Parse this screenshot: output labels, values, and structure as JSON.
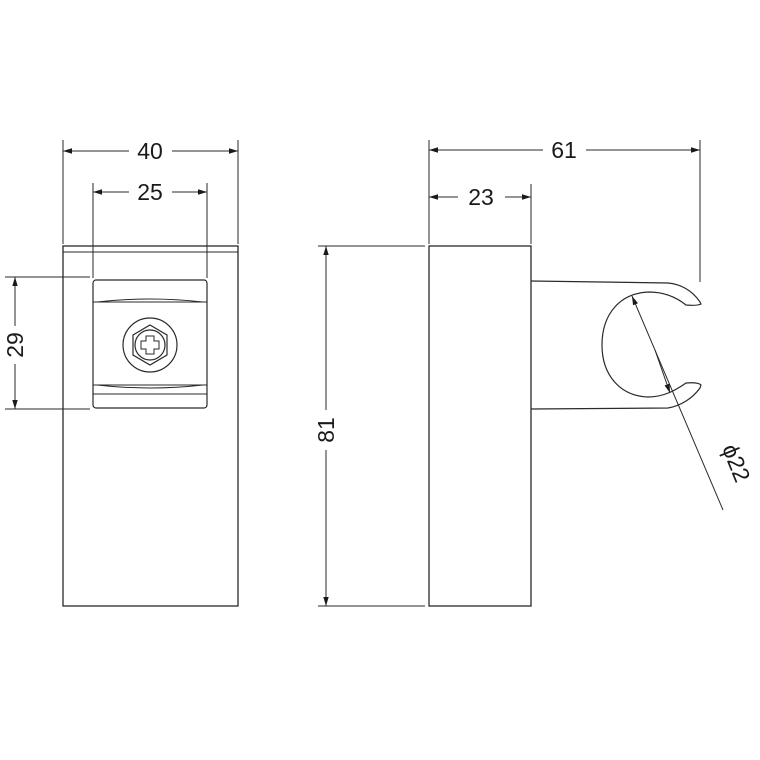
{
  "drawing": {
    "front_view": {
      "width_label": "40",
      "clamp_width_label": "25",
      "clamp_height_label": "29"
    },
    "side_view": {
      "height_label": "81",
      "depth_label": "61",
      "base_depth_label": "23",
      "bore_diameter_label": "ϕ22"
    }
  }
}
